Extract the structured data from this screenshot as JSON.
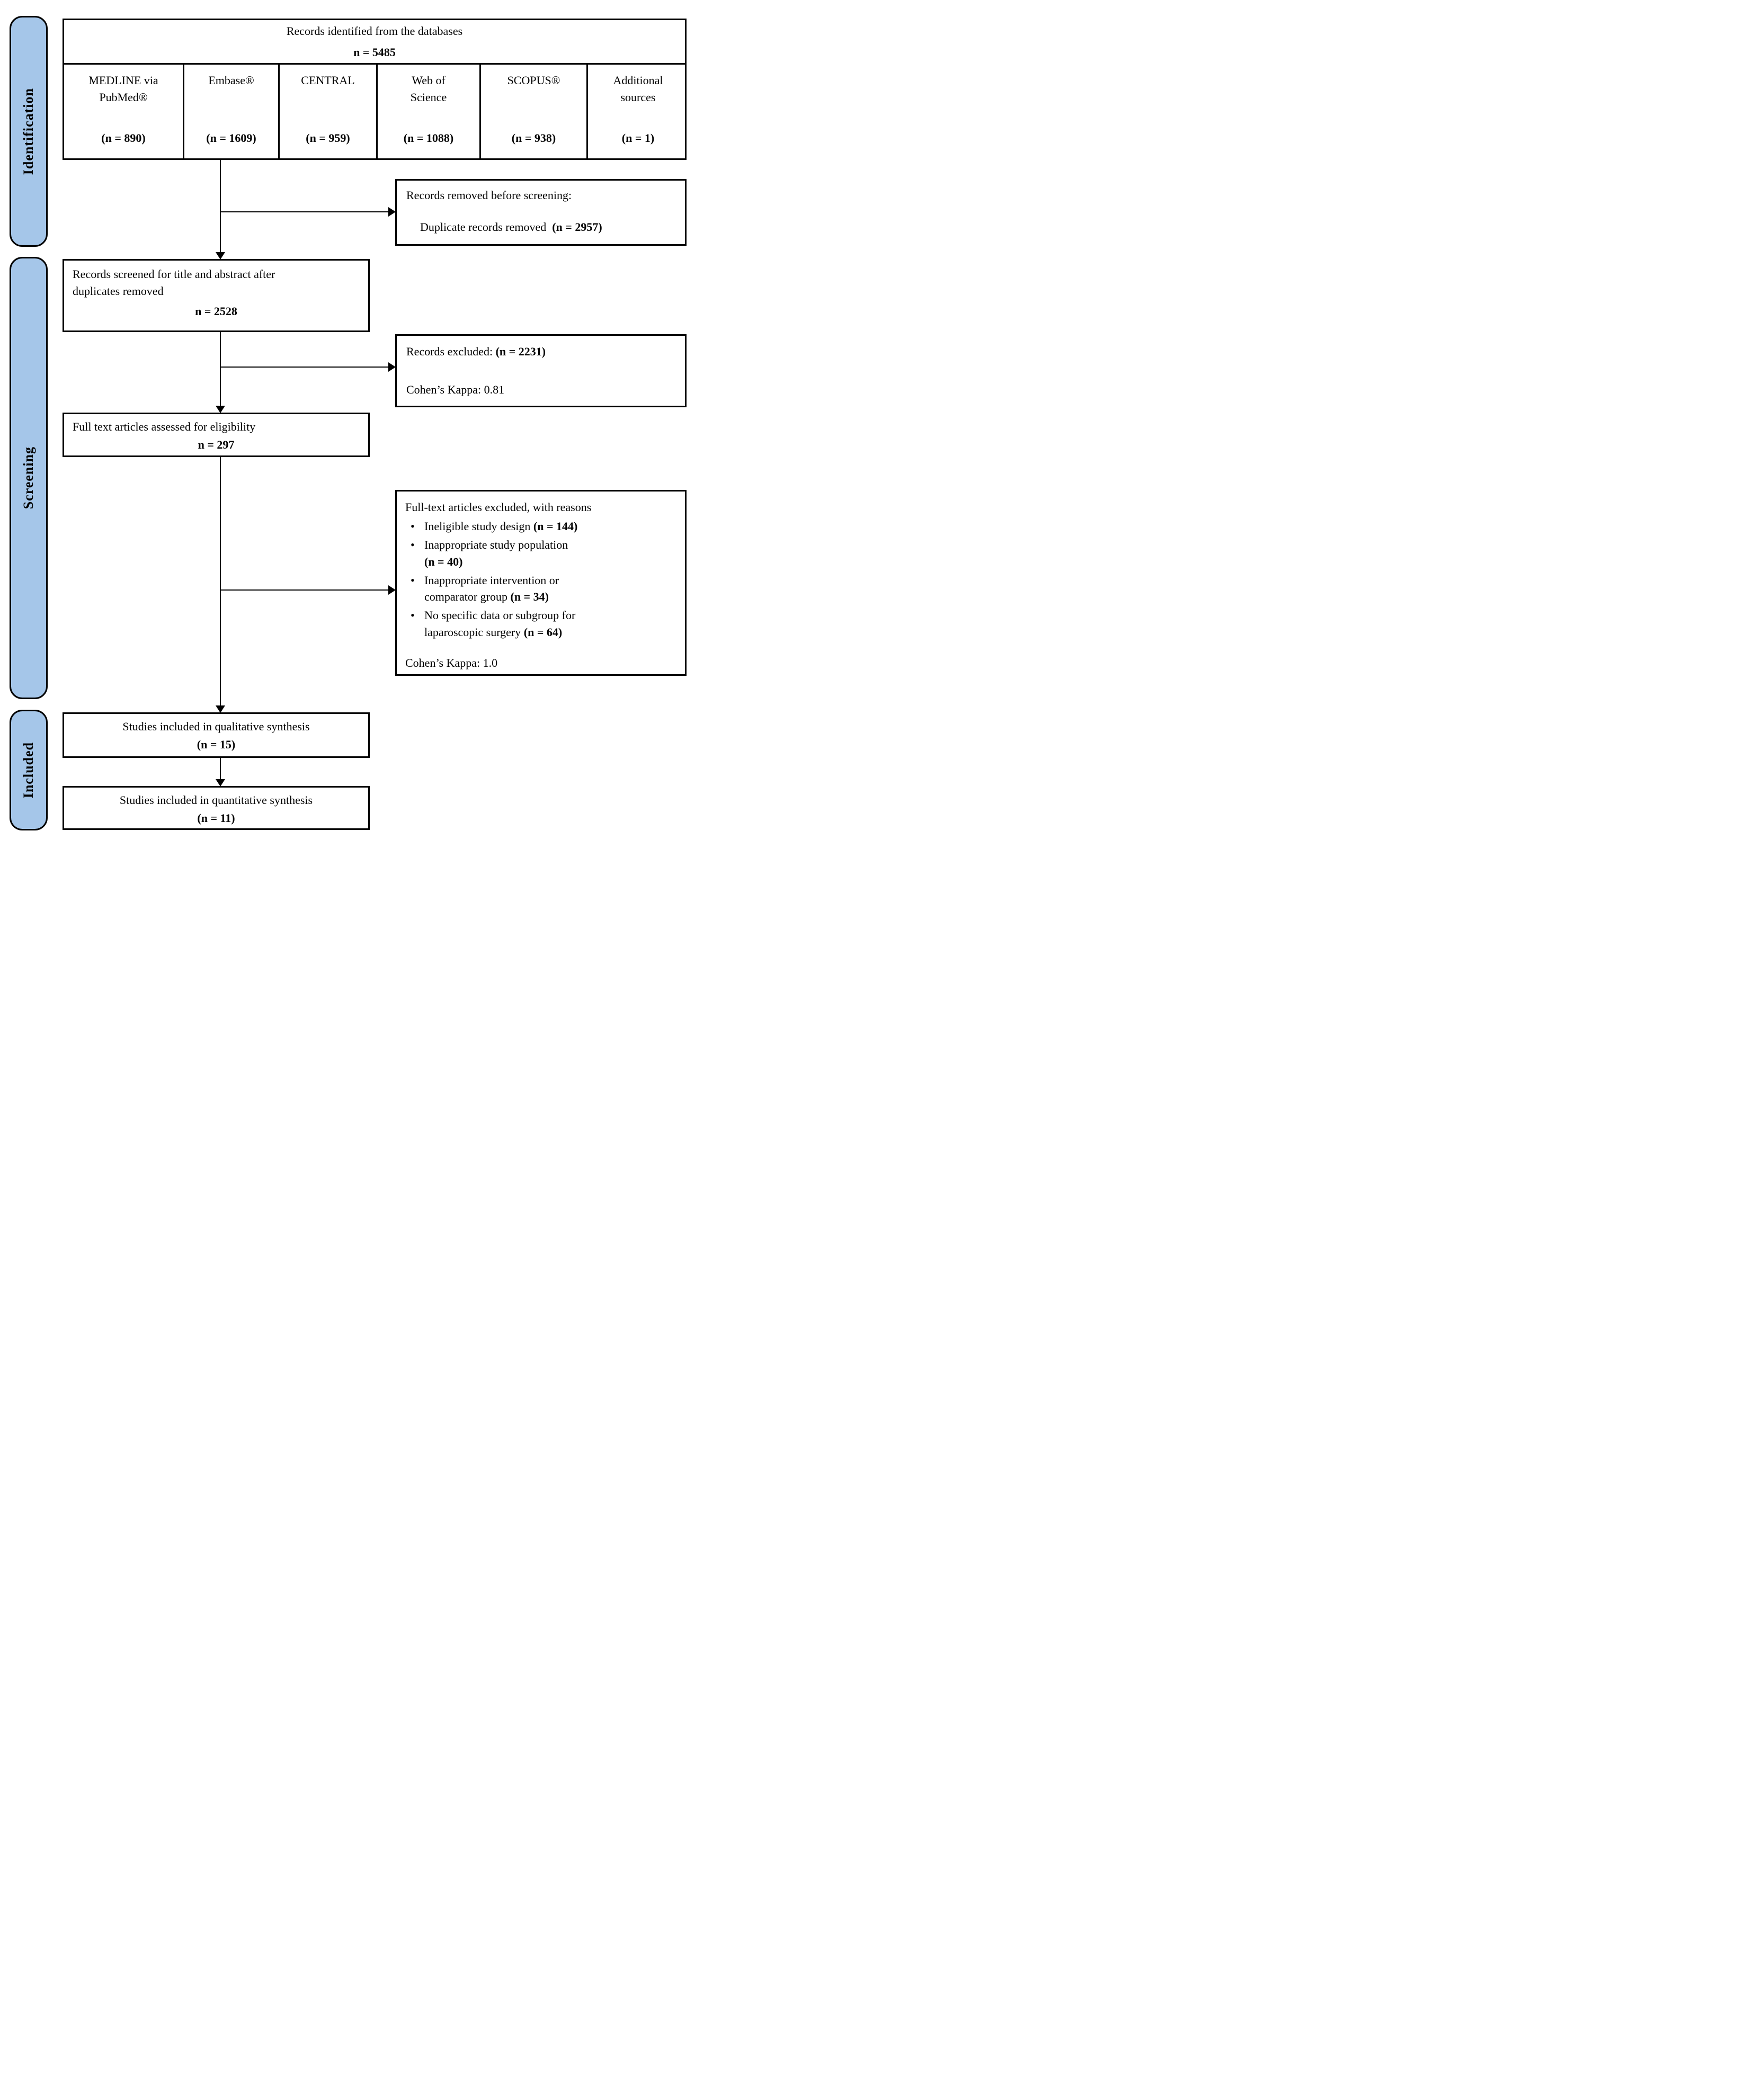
{
  "stages": [
    {
      "label": "Identification"
    },
    {
      "label": "Screening"
    },
    {
      "label": "Included"
    }
  ],
  "identified": {
    "title": "Records identified from the databases",
    "count": "n = 5485",
    "sources": [
      {
        "lines": [
          "MEDLINE via",
          "PubMed®"
        ],
        "count": "(n = 890)"
      },
      {
        "lines": [
          "Embase®"
        ],
        "count": "(n = 1609)"
      },
      {
        "lines": [
          "CENTRAL"
        ],
        "count": "(n = 959)"
      },
      {
        "lines": [
          "Web of",
          "Science"
        ],
        "count": "(n = 1088)"
      },
      {
        "lines": [
          "SCOPUS®"
        ],
        "count": "(n = 938)"
      },
      {
        "lines": [
          "Additional",
          "sources"
        ],
        "count": "(n = 1)"
      }
    ]
  },
  "removed_before_screening": {
    "title": "Records removed before screening:",
    "item": "Duplicate records removed",
    "count": "(n = 2957)"
  },
  "screened": {
    "lines": [
      "Records screened for title and abstract after",
      "duplicates removed"
    ],
    "count": "n = 2528"
  },
  "records_excluded": {
    "title": "Records excluded:",
    "count": "(n = 2231)",
    "kappa": "Cohen’s Kappa: 0.81"
  },
  "full_text_assessed": {
    "line": "Full text articles assessed for eligibility",
    "count": "n = 297"
  },
  "full_text_excluded": {
    "title": "Full-text articles excluded, with reasons",
    "reasons": [
      {
        "l1": "Ineligible study design",
        "count": "(n = 144)"
      },
      {
        "l1": "Inappropriate study population",
        "count": "(n = 40)"
      },
      {
        "l1": "Inappropriate intervention or",
        "l2": "comparator group",
        "count": "(n = 34)"
      },
      {
        "l1": "No specific data or subgroup for",
        "l2": "laparoscopic surgery",
        "count": "(n = 64)"
      }
    ],
    "kappa": "Cohen’s Kappa: 1.0"
  },
  "qualitative": {
    "line": "Studies included in qualitative synthesis",
    "count": "(n = 15)"
  },
  "quantitative": {
    "line": "Studies included in quantitative synthesis",
    "count": "(n = 11)"
  },
  "colors": {
    "stage_fill": "#A5C6E9",
    "line": "#000000"
  }
}
